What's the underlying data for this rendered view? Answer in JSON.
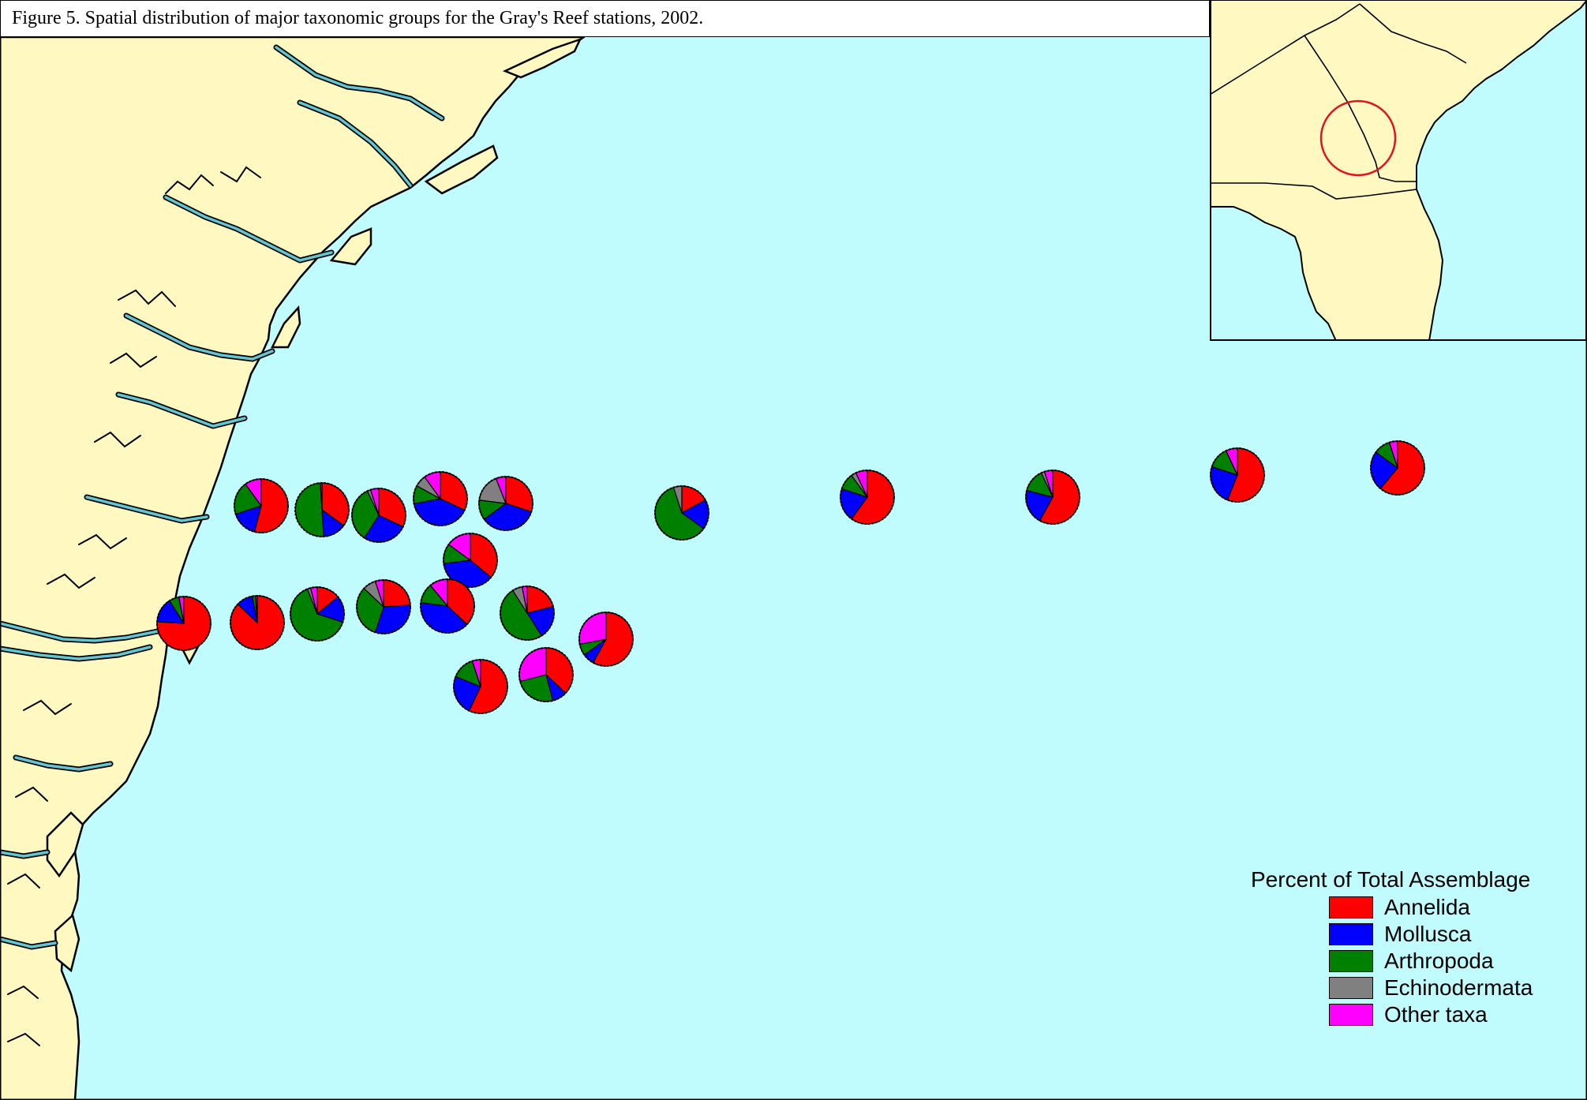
{
  "figure": {
    "title": "Figure 5. Spatial distribution of major taxonomic groups for the Gray's Reef stations, 2002."
  },
  "colors": {
    "ocean": "#c0fbfd",
    "land": "#fff8c1",
    "river": "#62c6d3",
    "locator_circle": "#e0141c"
  },
  "legend": {
    "title": "Percent of Total Assemblage",
    "items": [
      {
        "label": "Annelida",
        "color": "#ff0000"
      },
      {
        "label": "Mollusca",
        "color": "#0000ff"
      },
      {
        "label": "Arthropoda",
        "color": "#008000"
      },
      {
        "label": "Echinodermata",
        "color": "#808080"
      },
      {
        "label": "Other taxa",
        "color": "#ff00ff"
      }
    ]
  },
  "inset": {
    "locator": "red circle marking Gray's Reef area off the Georgia coast"
  },
  "chart_data": {
    "type": "pie",
    "title": "Figure 5. Spatial distribution of major taxonomic groups for the Gray's Reef stations, 2002.",
    "series_order": [
      "Annelida",
      "Mollusca",
      "Arthropoda",
      "Echinodermata",
      "Other taxa"
    ],
    "stations": [
      {
        "values": [
          54,
          16,
          20,
          0,
          10
        ]
      },
      {
        "values": [
          35,
          14,
          50,
          0,
          1
        ]
      },
      {
        "values": [
          32,
          27,
          34,
          2,
          5
        ]
      },
      {
        "values": [
          32,
          40,
          11,
          7,
          10
        ]
      },
      {
        "values": [
          30,
          35,
          12,
          17,
          6
        ]
      },
      {
        "values": [
          17,
          18,
          60,
          5,
          0
        ]
      },
      {
        "values": [
          60,
          20,
          10,
          3,
          7
        ]
      },
      {
        "values": [
          58,
          21,
          14,
          2,
          5
        ]
      },
      {
        "values": [
          56,
          24,
          13,
          0,
          7
        ]
      },
      {
        "values": [
          61,
          24,
          10,
          0,
          5
        ]
      },
      {
        "values": [
          36,
          37,
          12,
          0,
          15
        ]
      },
      {
        "values": [
          76,
          15,
          6,
          0,
          3
        ]
      },
      {
        "values": [
          87,
          10,
          2,
          0,
          1
        ]
      },
      {
        "values": [
          14,
          16,
          64,
          2,
          4
        ]
      },
      {
        "values": [
          24,
          31,
          32,
          8,
          5
        ]
      },
      {
        "values": [
          37,
          40,
          12,
          0,
          11
        ]
      },
      {
        "values": [
          21,
          20,
          50,
          6,
          3
        ]
      },
      {
        "values": [
          58,
          7,
          7,
          0,
          28
        ]
      },
      {
        "values": [
          57,
          24,
          14,
          0,
          5
        ]
      },
      {
        "values": [
          37,
          9,
          25,
          0,
          29
        ]
      }
    ]
  }
}
